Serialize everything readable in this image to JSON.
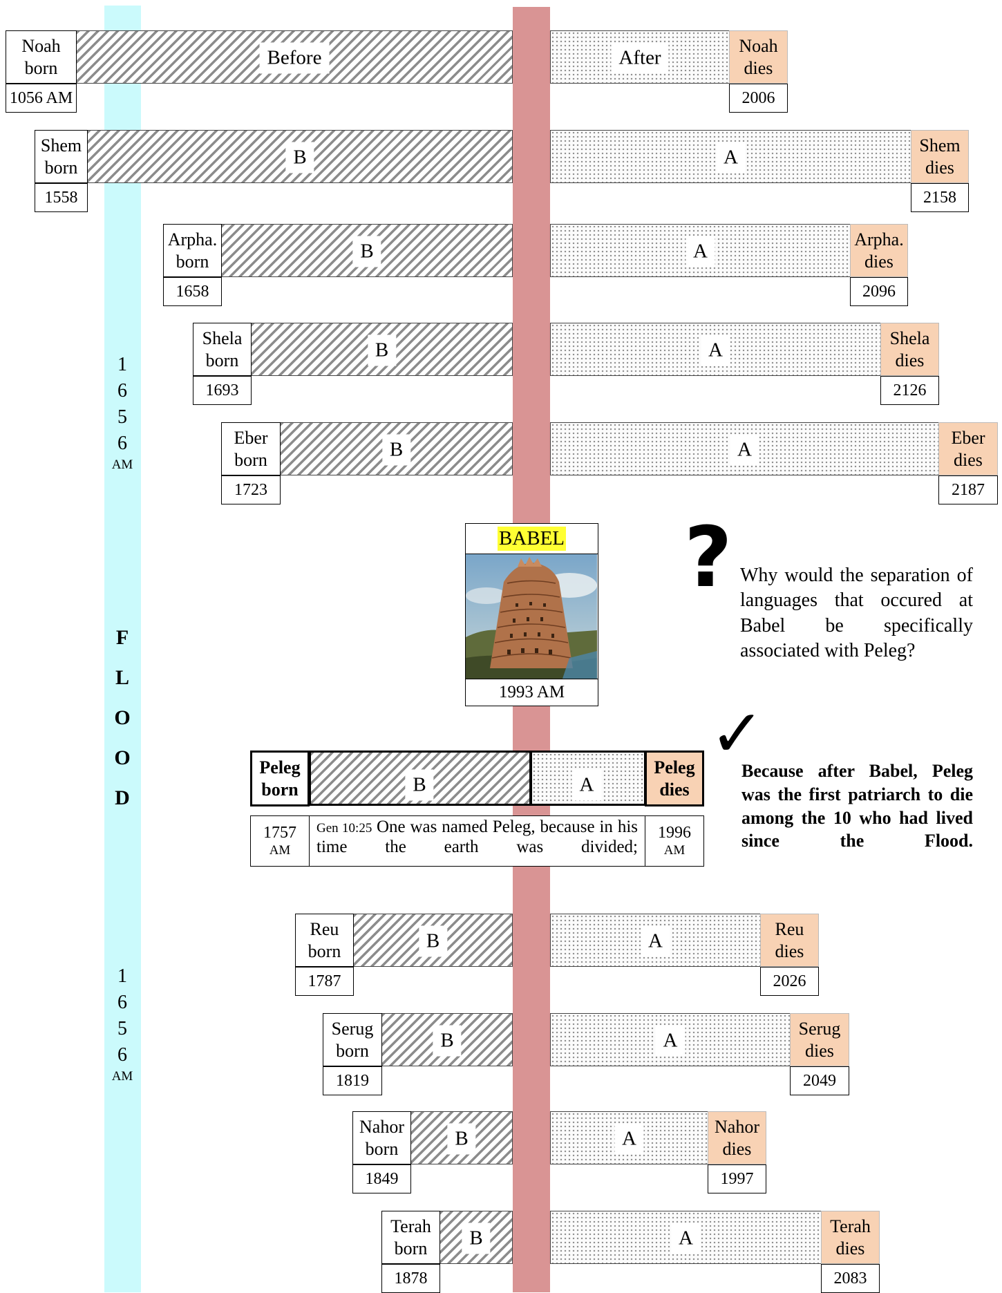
{
  "flood_strip": {
    "top_letters": [
      "1",
      "6",
      "5",
      "6"
    ],
    "top_unit": "AM",
    "word_letters": [
      "F",
      "L",
      "O",
      "O",
      "D"
    ],
    "bottom_letters": [
      "1",
      "6",
      "5",
      "6"
    ],
    "bottom_unit": "AM"
  },
  "colors": {
    "flood_strip": "#cbfafc",
    "babel_line": "#d99494",
    "dies_box": "#f8d2b4",
    "babel_highlight": "#ffff33"
  },
  "patriarchs": [
    {
      "name": "Noah",
      "born_label": "born",
      "dies_label": "dies",
      "born_year": "1056 AM",
      "death_year": "2006",
      "before_label": "Before",
      "after_label": "After"
    },
    {
      "name": "Shem",
      "born_label": "born",
      "dies_label": "dies",
      "born_year": "1558",
      "death_year": "2158",
      "before_label": "B",
      "after_label": "A"
    },
    {
      "name": "Arpha.",
      "born_label": "born",
      "dies_label": "dies",
      "born_year": "1658",
      "death_year": "2096",
      "before_label": "B",
      "after_label": "A"
    },
    {
      "name": "Shela",
      "born_label": "born",
      "dies_label": "dies",
      "born_year": "1693",
      "death_year": "2126",
      "before_label": "B",
      "after_label": "A"
    },
    {
      "name": "Eber",
      "born_label": "born",
      "dies_label": "dies",
      "born_year": "1723",
      "death_year": "2187",
      "before_label": "B",
      "after_label": "A"
    },
    {
      "name": "Reu",
      "born_label": "born",
      "dies_label": "dies",
      "born_year": "1787",
      "death_year": "2026",
      "before_label": "B",
      "after_label": "A"
    },
    {
      "name": "Serug",
      "born_label": "born",
      "dies_label": "dies",
      "born_year": "1819",
      "death_year": "2049",
      "before_label": "B",
      "after_label": "A"
    },
    {
      "name": "Nahor",
      "born_label": "born",
      "dies_label": "dies",
      "born_year": "1849",
      "death_year": "1997",
      "before_label": "B",
      "after_label": "A"
    },
    {
      "name": "Terah",
      "born_label": "born",
      "dies_label": "dies",
      "born_year": "1878",
      "death_year": "2083",
      "before_label": "B",
      "after_label": "A"
    }
  ],
  "peleg": {
    "name": "Peleg",
    "born_label": "born",
    "dies_label": "dies",
    "born_year": "1757",
    "born_unit": "AM",
    "death_year": "1996",
    "death_unit": "AM",
    "before_label": "B",
    "after_label": "A",
    "verse_ref": "Gen 10:25",
    "verse_text": "One was named Peleg, because in his time the earth was divided;"
  },
  "babel": {
    "title": "BABEL",
    "year": "1993 AM"
  },
  "question": {
    "mark": "?",
    "text": "Why would the separation of languages that occured at Babel be specifically associated with Peleg?"
  },
  "answer": {
    "mark": "✓",
    "text": "Because after Babel, Peleg was the first patriarch to die among the 10 who had lived since the Flood."
  }
}
